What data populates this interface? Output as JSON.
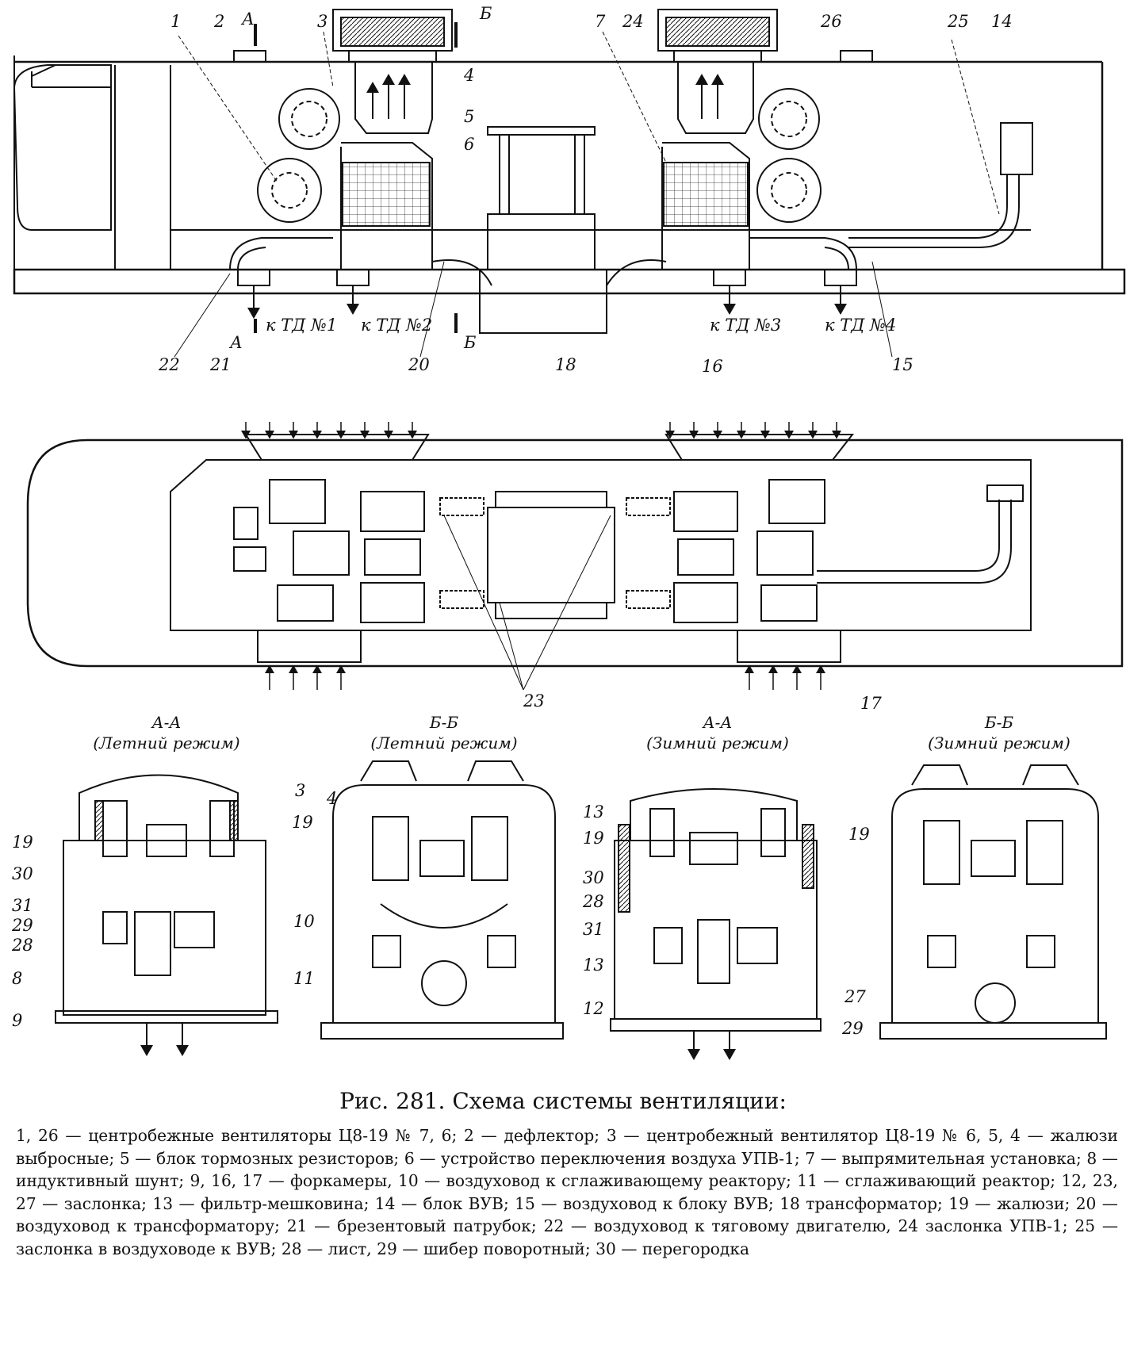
{
  "figure": {
    "number_title": "Рис. 281. Схема системы вентиляции:",
    "legend": [
      "1, 26 — центробежные вентиляторы Ц8-19 № 7, 6;",
      "2 — дефлектор;",
      "3 — центробежный вентилятор Ц8-19 № 6,",
      "5, 4 — жалюзи выбросные;",
      "5 — блок тормозных резисторов;",
      "6 — устройство переключения воздуха УПВ-1;",
      "7 — выпрямительная установка;",
      "8 — индуктивный шунт;",
      "9, 16, 17 — форкамеры,",
      "10 — воздуховод к сглаживающему реактору;",
      "11 — сглаживающий реактор;",
      "12, 23, 27 — заслонка;",
      "13 — фильтр-мешковина;",
      "14 — блок ВУВ;",
      "15 — воздуховод к блоку ВУВ;",
      "18 трансформатор;",
      "19 — жалюзи;",
      "20 — воздуховод к трансформатору;",
      "21 — брезентовый патрубок;",
      "22 — воздуховод к тяговому двигателю,",
      "24 заслонка УПВ-1;",
      "25 — заслонка в воздуховоде к ВУВ;",
      "28 — лист,",
      "29 — шибер поворотный;",
      "30 — перегородка"
    ]
  },
  "side_view": {
    "numbers": [
      "1",
      "2",
      "3",
      "4",
      "5",
      "6",
      "7",
      "24",
      "26",
      "25",
      "14",
      "22",
      "21",
      "20",
      "18",
      "15"
    ],
    "section_marks": [
      "А",
      "А",
      "Б",
      "Б"
    ],
    "motor_labels": [
      "к ТД №1",
      "к ТД №2",
      "к ТД №3",
      "к ТД №4"
    ]
  },
  "plan_view": {
    "numbers": [
      "16",
      "17",
      "23"
    ]
  },
  "sections": [
    {
      "title": "А-А",
      "mode": "(Летний режим)"
    },
    {
      "title": "Б-Б",
      "mode": "(Летний режим)"
    },
    {
      "title": "А-А",
      "mode": "(Зимний режим)"
    },
    {
      "title": "Б-Б",
      "mode": "(Зимний режим)"
    }
  ],
  "section_numbers": {
    "s1": [
      "3",
      "19",
      "19",
      "30",
      "31",
      "29",
      "28",
      "8",
      "9"
    ],
    "s2": [
      "4",
      "10",
      "11"
    ],
    "s3": [
      "13",
      "19",
      "30",
      "28",
      "31",
      "13",
      "12",
      "19",
      "29"
    ],
    "s4": [
      "27"
    ]
  }
}
